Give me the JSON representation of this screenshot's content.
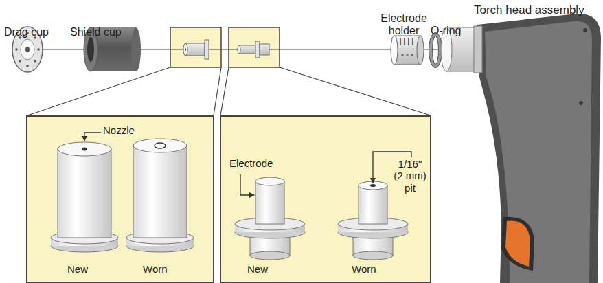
{
  "diagram": {
    "nodes": [
      {
        "text": [
          "Nozzle",
          "New",
          "Worn"
        ]
      },
      {
        "text": [
          "Electrode",
          "1/16\" (2 mm) pit",
          "New",
          "Worn"
        ]
      }
    ],
    "labels": [
      "Drag cup",
      "Shield cup",
      "Electrode holder",
      "O-ring",
      "Torch head assembly"
    ]
  }
}
